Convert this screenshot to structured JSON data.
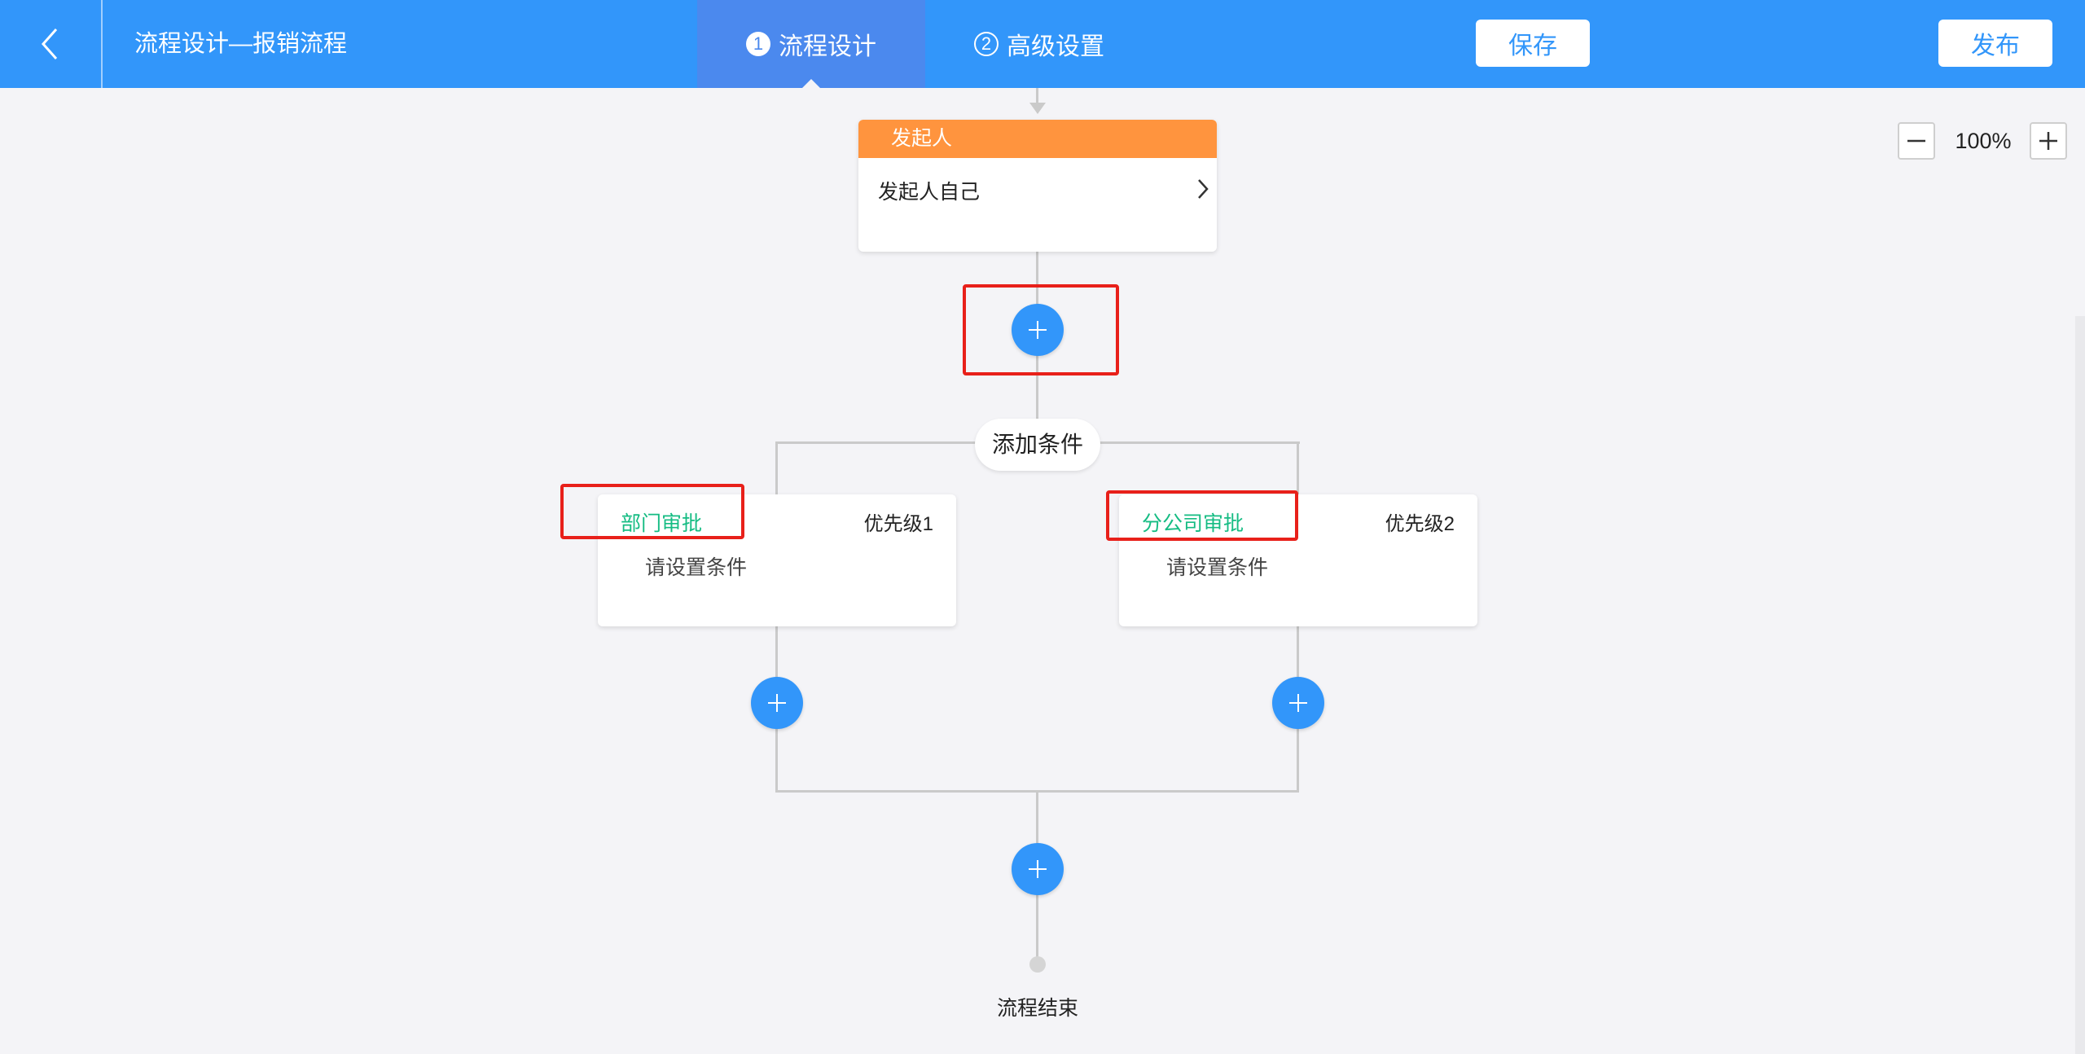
{
  "header": {
    "title": "流程设计—报销流程",
    "tabs": [
      {
        "number": "1",
        "label": "流程设计",
        "active": true
      },
      {
        "number": "2",
        "label": "高级设置",
        "active": false
      }
    ],
    "save_label": "保存",
    "publish_label": "发布"
  },
  "zoom": {
    "level": "100%"
  },
  "flow": {
    "start_node": {
      "title": "发起人",
      "content": "发起人自己"
    },
    "add_condition_label": "添加条件",
    "branches": [
      {
        "title": "部门审批",
        "priority": "优先级1",
        "description": "请设置条件"
      },
      {
        "title": "分公司审批",
        "priority": "优先级2",
        "description": "请设置条件"
      }
    ],
    "end_label": "流程结束"
  },
  "colors": {
    "header_bg": "#3296fa",
    "active_tab_bg": "#4b89ee",
    "start_header": "#ff943e",
    "condition_title": "#15bc83",
    "add_button": "#3296fa",
    "highlight": "#e8201a",
    "canvas_bg": "#f4f4f7"
  }
}
